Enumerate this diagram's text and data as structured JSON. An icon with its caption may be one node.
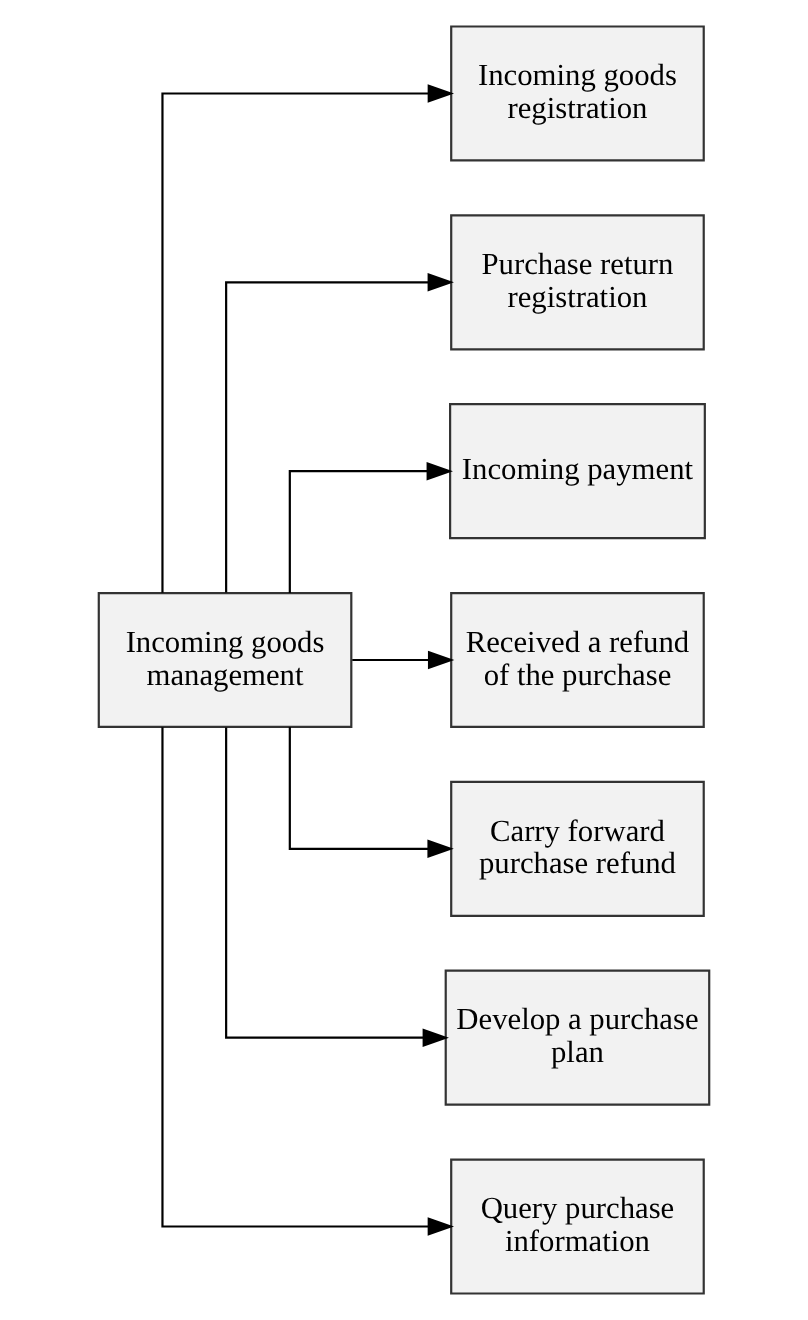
{
  "diagram": {
    "nodes": [
      {
        "text": [
          "Incoming goods management"
        ]
      },
      {
        "text": [
          "Incoming goods registration"
        ]
      },
      {
        "text": [
          "Purchase return registration"
        ]
      },
      {
        "text": [
          "Incoming payment"
        ]
      },
      {
        "text": [
          "Received a refund of the purchase"
        ]
      },
      {
        "text": [
          "Carry forward purchase refund"
        ]
      },
      {
        "text": [
          "Develop a purchase plan"
        ]
      },
      {
        "text": [
          "Query purchase information"
        ]
      }
    ],
    "edges": [
      {
        "from": 0,
        "to": 1,
        "arrow": "to"
      },
      {
        "from": 0,
        "to": 2,
        "arrow": "to"
      },
      {
        "from": 0,
        "to": 3,
        "arrow": "to"
      },
      {
        "from": 0,
        "to": 4,
        "arrow": "to"
      },
      {
        "from": 0,
        "to": 5,
        "arrow": "to"
      },
      {
        "from": 0,
        "to": 6,
        "arrow": "to"
      },
      {
        "from": 0,
        "to": 7,
        "arrow": "to"
      }
    ]
  }
}
